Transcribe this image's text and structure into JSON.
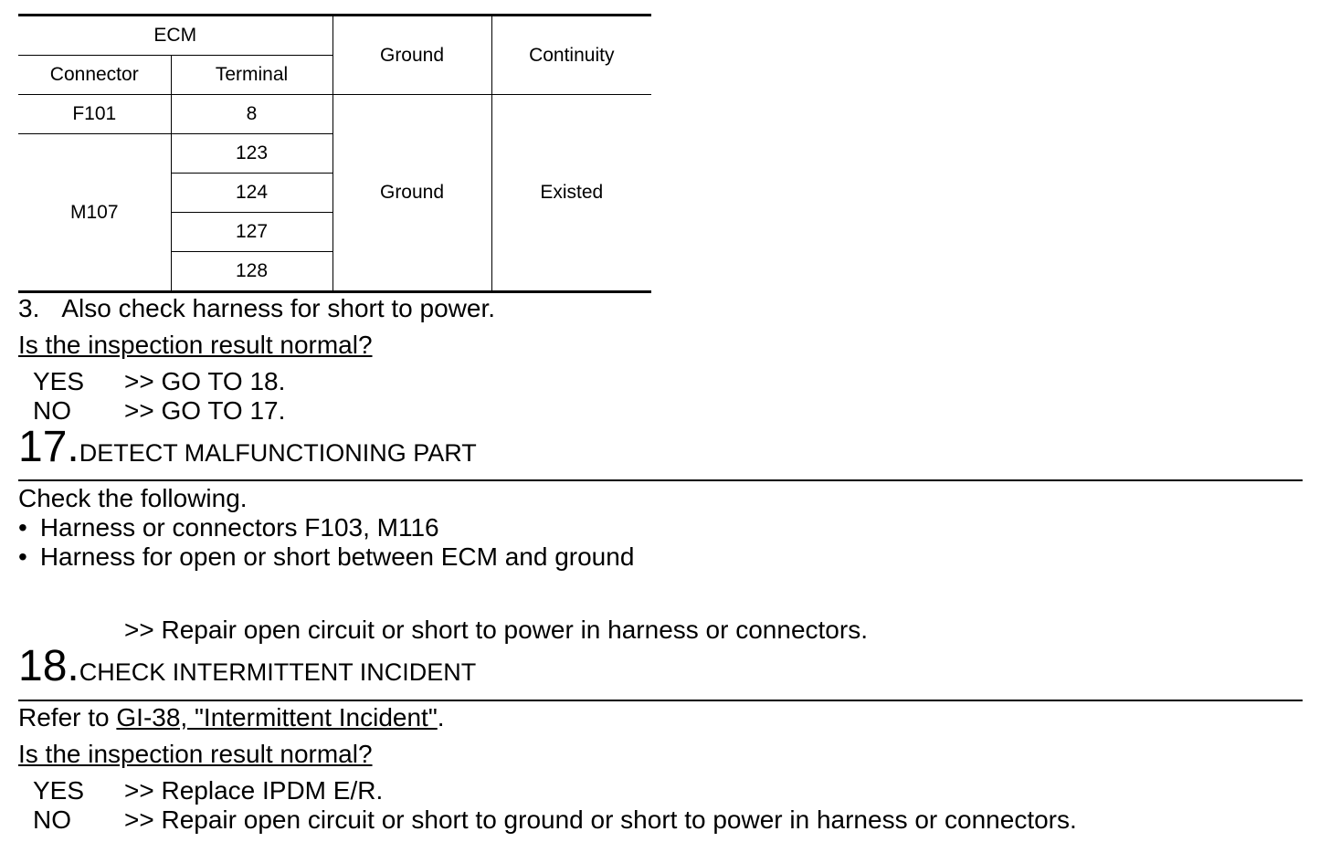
{
  "table": {
    "header_ecm": "ECM",
    "header_connector": "Connector",
    "header_terminal": "Terminal",
    "header_ground": "Ground",
    "header_continuity": "Continuity",
    "rows": [
      {
        "connector": "F101",
        "terminal": "8"
      },
      {
        "connector": "M107",
        "terminal": "123"
      },
      {
        "terminal": "124"
      },
      {
        "terminal": "127"
      },
      {
        "terminal": "128"
      }
    ],
    "ground_value": "Ground",
    "continuity_value": "Existed"
  },
  "step3": {
    "num": "3.",
    "text": "Also check harness for short to power."
  },
  "q1": {
    "question": "Is the inspection result normal?",
    "yes_label": "YES",
    "yes_action": ">> GO TO 18.",
    "no_label": "NO",
    "no_action": ">> GO TO 17."
  },
  "step17": {
    "num": "17.",
    "title": "DETECT MALFUNCTIONING PART",
    "intro": "Check the following.",
    "bullets": [
      "Harness or connectors F103, M116",
      "Harness for open or short between ECM and ground"
    ],
    "action": ">> Repair open circuit or short to power in harness or connectors."
  },
  "step18": {
    "num": "18.",
    "title": "CHECK INTERMITTENT INCIDENT",
    "refer_prefix": "Refer to ",
    "refer_link": "GI-38, \"Intermittent Incident\"",
    "refer_suffix": "."
  },
  "q2": {
    "question": "Is the inspection result normal?",
    "yes_label": "YES",
    "yes_action": ">> Replace IPDM E/R.",
    "no_label": "NO",
    "no_action": ">> Repair open circuit or short to ground or short to power in harness or connectors."
  }
}
